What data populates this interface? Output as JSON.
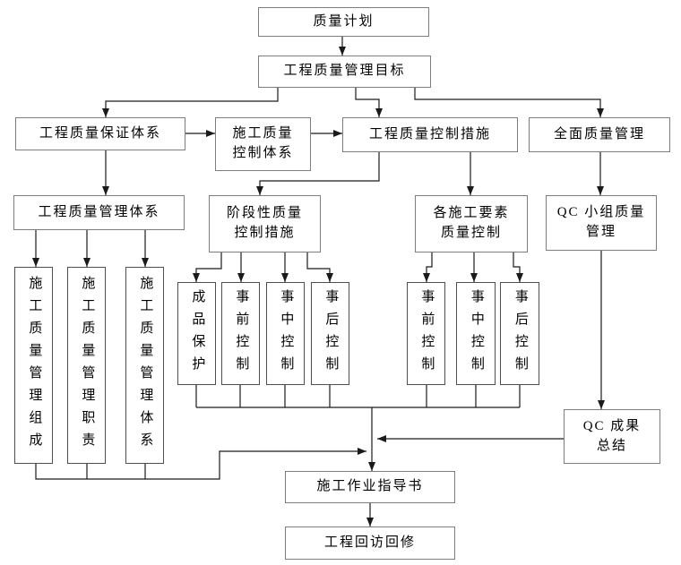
{
  "diagram": {
    "type": "flowchart",
    "language": "zh-CN",
    "colors": {
      "background": "#ffffff",
      "box_border": "#7d7d7d",
      "line": "#1a1a1a",
      "text": "#000000"
    },
    "nodes": {
      "plan": {
        "label": "质量计划"
      },
      "goal": {
        "label": "工程质量管理目标"
      },
      "assure": {
        "label": "工程质量保证体系"
      },
      "ctrlsys": {
        "label": "施工质量\n控制体系"
      },
      "measures": {
        "label": "工程质量控制措施"
      },
      "tqm": {
        "label": "全面质量管理"
      },
      "mgmtsys": {
        "label": "工程质量管理体系"
      },
      "phased": {
        "label": "阶段性质量\n控制措施"
      },
      "elements": {
        "label": "各施工要素\n质量控制"
      },
      "qcgroup": {
        "label": "QC 小组质量\n管理"
      },
      "org": {
        "label": "施工质量管理组成"
      },
      "duty": {
        "label": "施工质量管理职责"
      },
      "system": {
        "label": "施工质量管理体系"
      },
      "protect": {
        "label": "成品保护"
      },
      "pre1": {
        "label": "事前控制"
      },
      "mid1": {
        "label": "事中控制"
      },
      "post1": {
        "label": "事后控制"
      },
      "pre2": {
        "label": "事前控制"
      },
      "mid2": {
        "label": "事中控制"
      },
      "post2": {
        "label": "事后控制"
      },
      "qcresult": {
        "label": "QC 成果\n总结"
      },
      "instruction": {
        "label": "施工作业指导书"
      },
      "revisit": {
        "label": "工程回访回修"
      }
    },
    "edges": [
      {
        "from": "plan",
        "to": "goal"
      },
      {
        "from": "goal",
        "to": "assure"
      },
      {
        "from": "goal",
        "to": "measures"
      },
      {
        "from": "goal",
        "to": "tqm"
      },
      {
        "from": "assure",
        "to": "ctrlsys"
      },
      {
        "from": "ctrlsys",
        "to": "measures"
      },
      {
        "from": "assure",
        "to": "mgmtsys"
      },
      {
        "from": "measures",
        "to": "phased"
      },
      {
        "from": "measures",
        "to": "elements"
      },
      {
        "from": "tqm",
        "to": "qcgroup"
      },
      {
        "from": "mgmtsys",
        "to": "org"
      },
      {
        "from": "mgmtsys",
        "to": "duty"
      },
      {
        "from": "mgmtsys",
        "to": "system"
      },
      {
        "from": "phased",
        "to": "protect"
      },
      {
        "from": "phased",
        "to": "pre1"
      },
      {
        "from": "phased",
        "to": "mid1"
      },
      {
        "from": "phased",
        "to": "post1"
      },
      {
        "from": "elements",
        "to": "pre2"
      },
      {
        "from": "elements",
        "to": "mid2"
      },
      {
        "from": "elements",
        "to": "post2"
      },
      {
        "from": "qcgroup",
        "to": "qcresult"
      },
      {
        "from": "protect,pre1,mid1,post1,pre2,mid2,post2",
        "to": "instruction"
      },
      {
        "from": "org,duty,system",
        "to": "instruction"
      },
      {
        "from": "qcresult",
        "to": "instruction"
      },
      {
        "from": "instruction",
        "to": "revisit"
      }
    ]
  }
}
